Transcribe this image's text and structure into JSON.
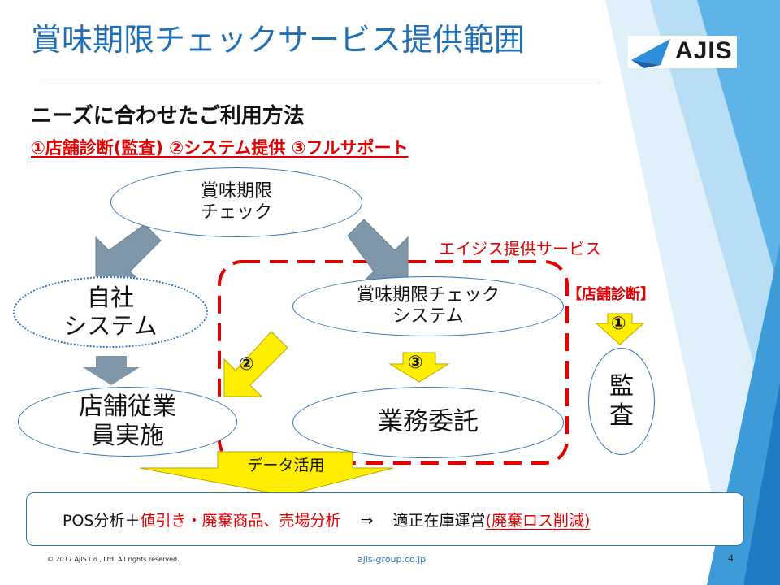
{
  "slide": {
    "title": "賞味期限チェックサービス提供範囲",
    "logo_text": "AJIS",
    "subtitle": "ニーズに合わせたご利用方法",
    "options": "①店舗診断(監査) ②システム提供 ③フルサポート",
    "nodes": {
      "expiry_check": "賞味期限\nチェック",
      "own_system": "自社\nシステム",
      "expiry_system": "賞味期限チェック\nシステム",
      "store_staff": "店舗従業\n員実施",
      "outsourcing": "業務委託",
      "audit": "監\n査"
    },
    "service_label": "エイジス提供サービス",
    "store_diagnosis_label": "【店舗診断】",
    "step1": "①",
    "step2": "②",
    "step3": "③",
    "data_label": "データ活用",
    "bottom": {
      "part1": "POS分析＋",
      "part2": "値引き・廃棄商品、売場分析",
      "arrow": "⇒",
      "part3": "適正在庫運営",
      "part4": "(廃棄ロス削減)"
    },
    "footer": {
      "copyright": "© 2017 AJIS Co., Ltd. All rights reserved.",
      "url": "ajis-group.co.jp",
      "page": "4"
    }
  },
  "colors": {
    "title_blue": "#1f6fb5",
    "accent_red": "#e00000",
    "arrow_gray": "#7f96a8",
    "arrow_yellow": "#ffee00",
    "deco_blue": "#3d9bd8"
  }
}
